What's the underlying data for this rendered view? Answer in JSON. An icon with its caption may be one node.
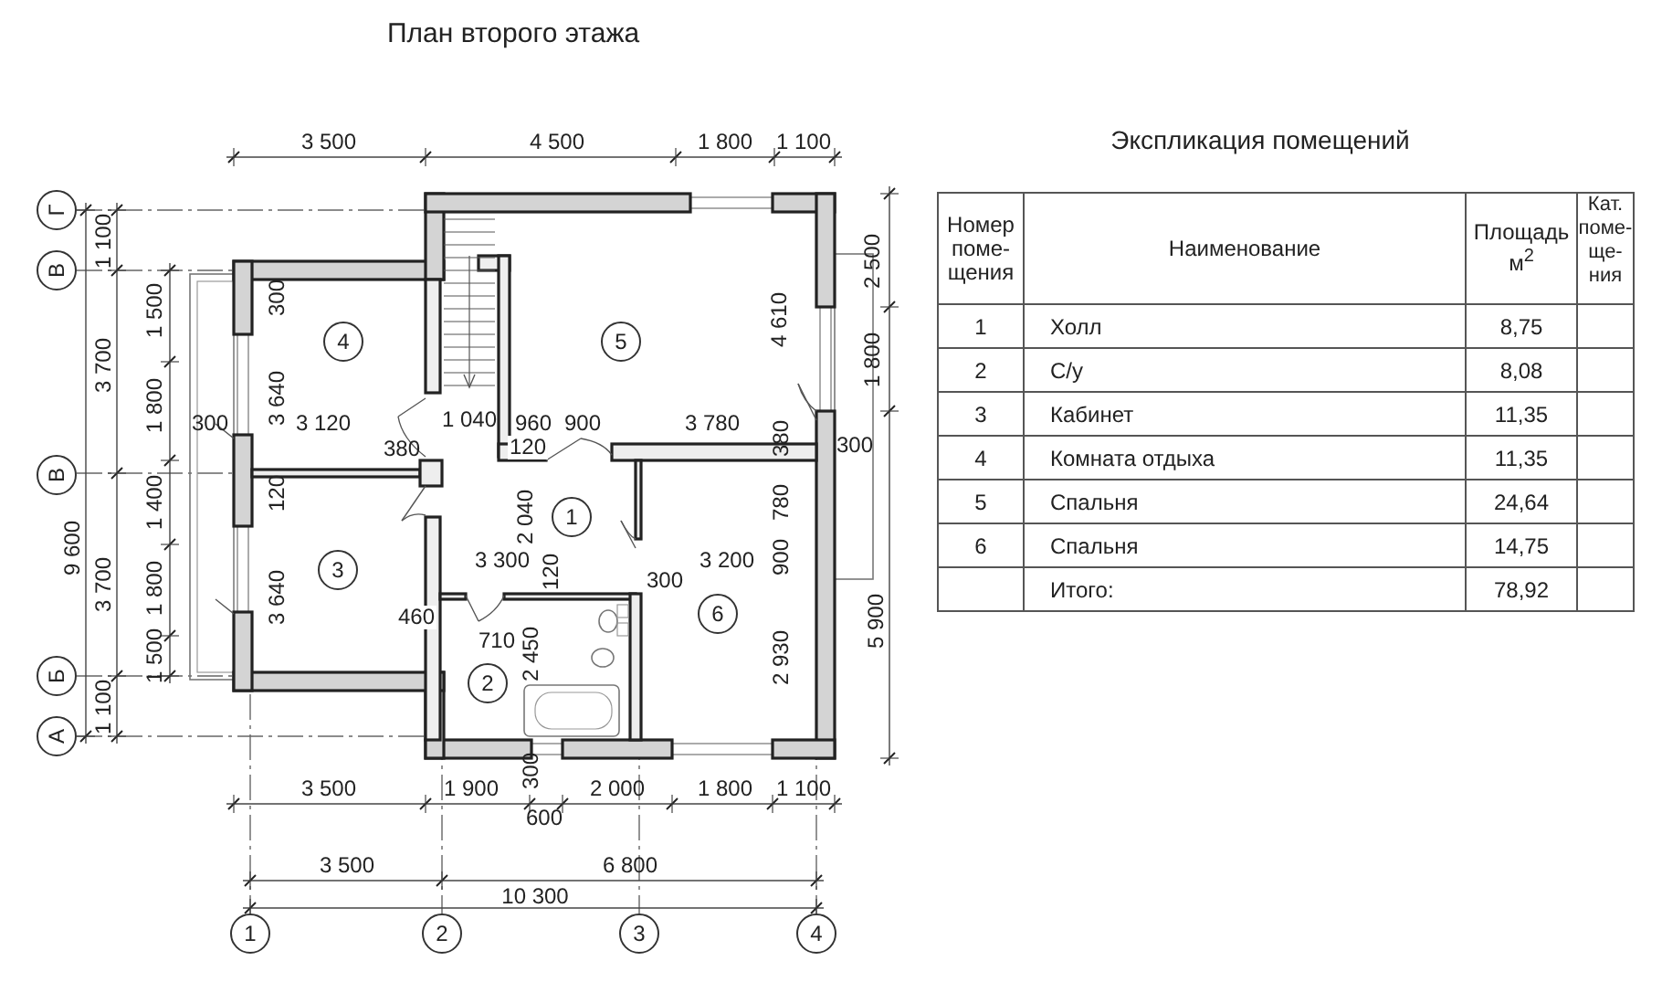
{
  "diagram": {
    "title": "План второго этажа",
    "nodes": [
      {
        "text": [
          "Г"
        ]
      },
      {
        "text": [
          "В"
        ]
      },
      {
        "text": [
          "В"
        ]
      },
      {
        "text": [
          "Б"
        ]
      },
      {
        "text": [
          "А"
        ]
      },
      {
        "text": [
          "4"
        ]
      },
      {
        "text": [
          "5"
        ]
      },
      {
        "text": [
          "1"
        ]
      },
      {
        "text": [
          "3"
        ]
      },
      {
        "text": [
          "6"
        ]
      },
      {
        "text": [
          "2"
        ]
      },
      {
        "text": [
          "1"
        ]
      },
      {
        "text": [
          "2"
        ]
      },
      {
        "text": [
          "3"
        ]
      },
      {
        "text": [
          "4"
        ]
      }
    ],
    "labels": [
      "3 500",
      "4 500",
      "1 800",
      "1 100",
      "1 100",
      "3 700",
      "1 500",
      "1 800",
      "1 400",
      "9 600",
      "3 700",
      "1 800",
      "1 500",
      "1 100",
      "300",
      "3 640",
      "300",
      "3 120",
      "1 040",
      "960",
      "900",
      "3 780",
      "380",
      "120",
      "4 610",
      "380",
      "300",
      "120",
      "2 040",
      "780",
      "3 300",
      "3 200",
      "900",
      "120",
      "300",
      "3 640",
      "460",
      "710",
      "2 450",
      "2 930",
      "2 500",
      "1 800",
      "5 900",
      "300",
      "3 500",
      "1 900",
      "2 000",
      "1 800",
      "1 100",
      "600",
      "3 500",
      "6 800",
      "10 300",
      "Экспликация помещений",
      "Номер поме- щения",
      "Наименование",
      "Площадь м$^{2}$",
      "Кат. поме- ще- ния",
      "1",
      "Холл",
      "8,75",
      "2",
      "С/у",
      "8,08",
      "3",
      "Кабинет",
      "11,35",
      "4",
      "Комната отдыха",
      "11,35",
      "5",
      "Спальня",
      "24,64",
      "6",
      "Спальня",
      "14,75",
      "Итого:",
      "78,92"
    ]
  }
}
